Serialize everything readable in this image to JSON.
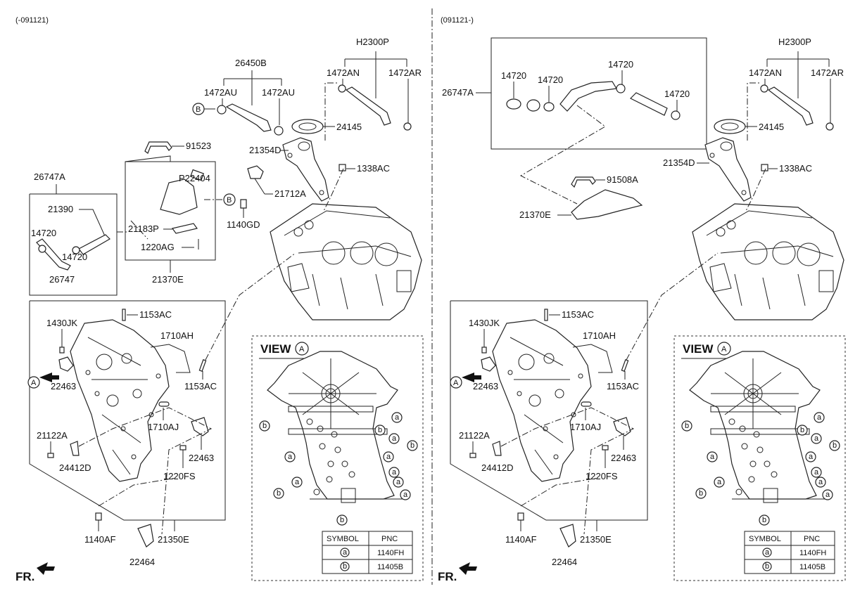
{
  "left": {
    "variant": "(-091121)",
    "labels": {
      "h2300p": "H2300P",
      "p1472an": "1472AN",
      "p1472ar": "1472AR",
      "p26450b": "26450B",
      "p1472au_a": "1472AU",
      "p1472au_b": "1472AU",
      "p24145": "24145",
      "p21354d": "21354D",
      "p1338ac": "1338AC",
      "p91523": "91523",
      "p22404": "P22404",
      "p21712a": "21712A",
      "p1140gd": "1140GD",
      "p21183p": "21183P",
      "p1220ag": "1220AG",
      "p21370e": "21370E",
      "p26747a": "26747A",
      "p21390": "21390",
      "p14720a": "14720",
      "p14720b": "14720",
      "p26747": "26747",
      "p1153ac_a": "1153AC",
      "p1430jk": "1430JK",
      "p1710ah": "1710AH",
      "p22463a": "22463",
      "p1153ac_b": "1153AC",
      "p1710aj": "1710AJ",
      "p21122a": "21122A",
      "p22463b": "22463",
      "p24412d": "24412D",
      "p1220fs": "1220FS",
      "p1140af": "1140AF",
      "p21350e": "21350E",
      "p22464": "22464"
    }
  },
  "right": {
    "variant": "(091121-)",
    "labels": {
      "h2300p": "H2300P",
      "p1472an": "1472AN",
      "p1472ar": "1472AR",
      "p26747a": "26747A",
      "p14720a": "14720",
      "p14720b": "14720",
      "p14720c": "14720",
      "p14720d": "14720",
      "p24145": "24145",
      "p21354d": "21354D",
      "p1338ac": "1338AC",
      "p91508a": "91508A",
      "p21370e": "21370E",
      "p1153ac_a": "1153AC",
      "p1430jk": "1430JK",
      "p1710ah": "1710AH",
      "p22463a": "22463",
      "p1153ac_b": "1153AC",
      "p1710aj": "1710AJ",
      "p21122a": "21122A",
      "p22463b": "22463",
      "p24412d": "24412D",
      "p1220fs": "1220FS",
      "p1140af": "1140AF",
      "p21350e": "21350E",
      "p22464": "22464"
    }
  },
  "markers": {
    "A": "A",
    "B": "B",
    "a": "a",
    "b": "b"
  },
  "view_title": "VIEW",
  "fr_label": "FR.",
  "table": {
    "headers": [
      "SYMBOL",
      "PNC"
    ],
    "rows": [
      {
        "symbol": "a",
        "pnc": "1140FH"
      },
      {
        "symbol": "b",
        "pnc": "11405B"
      }
    ]
  }
}
